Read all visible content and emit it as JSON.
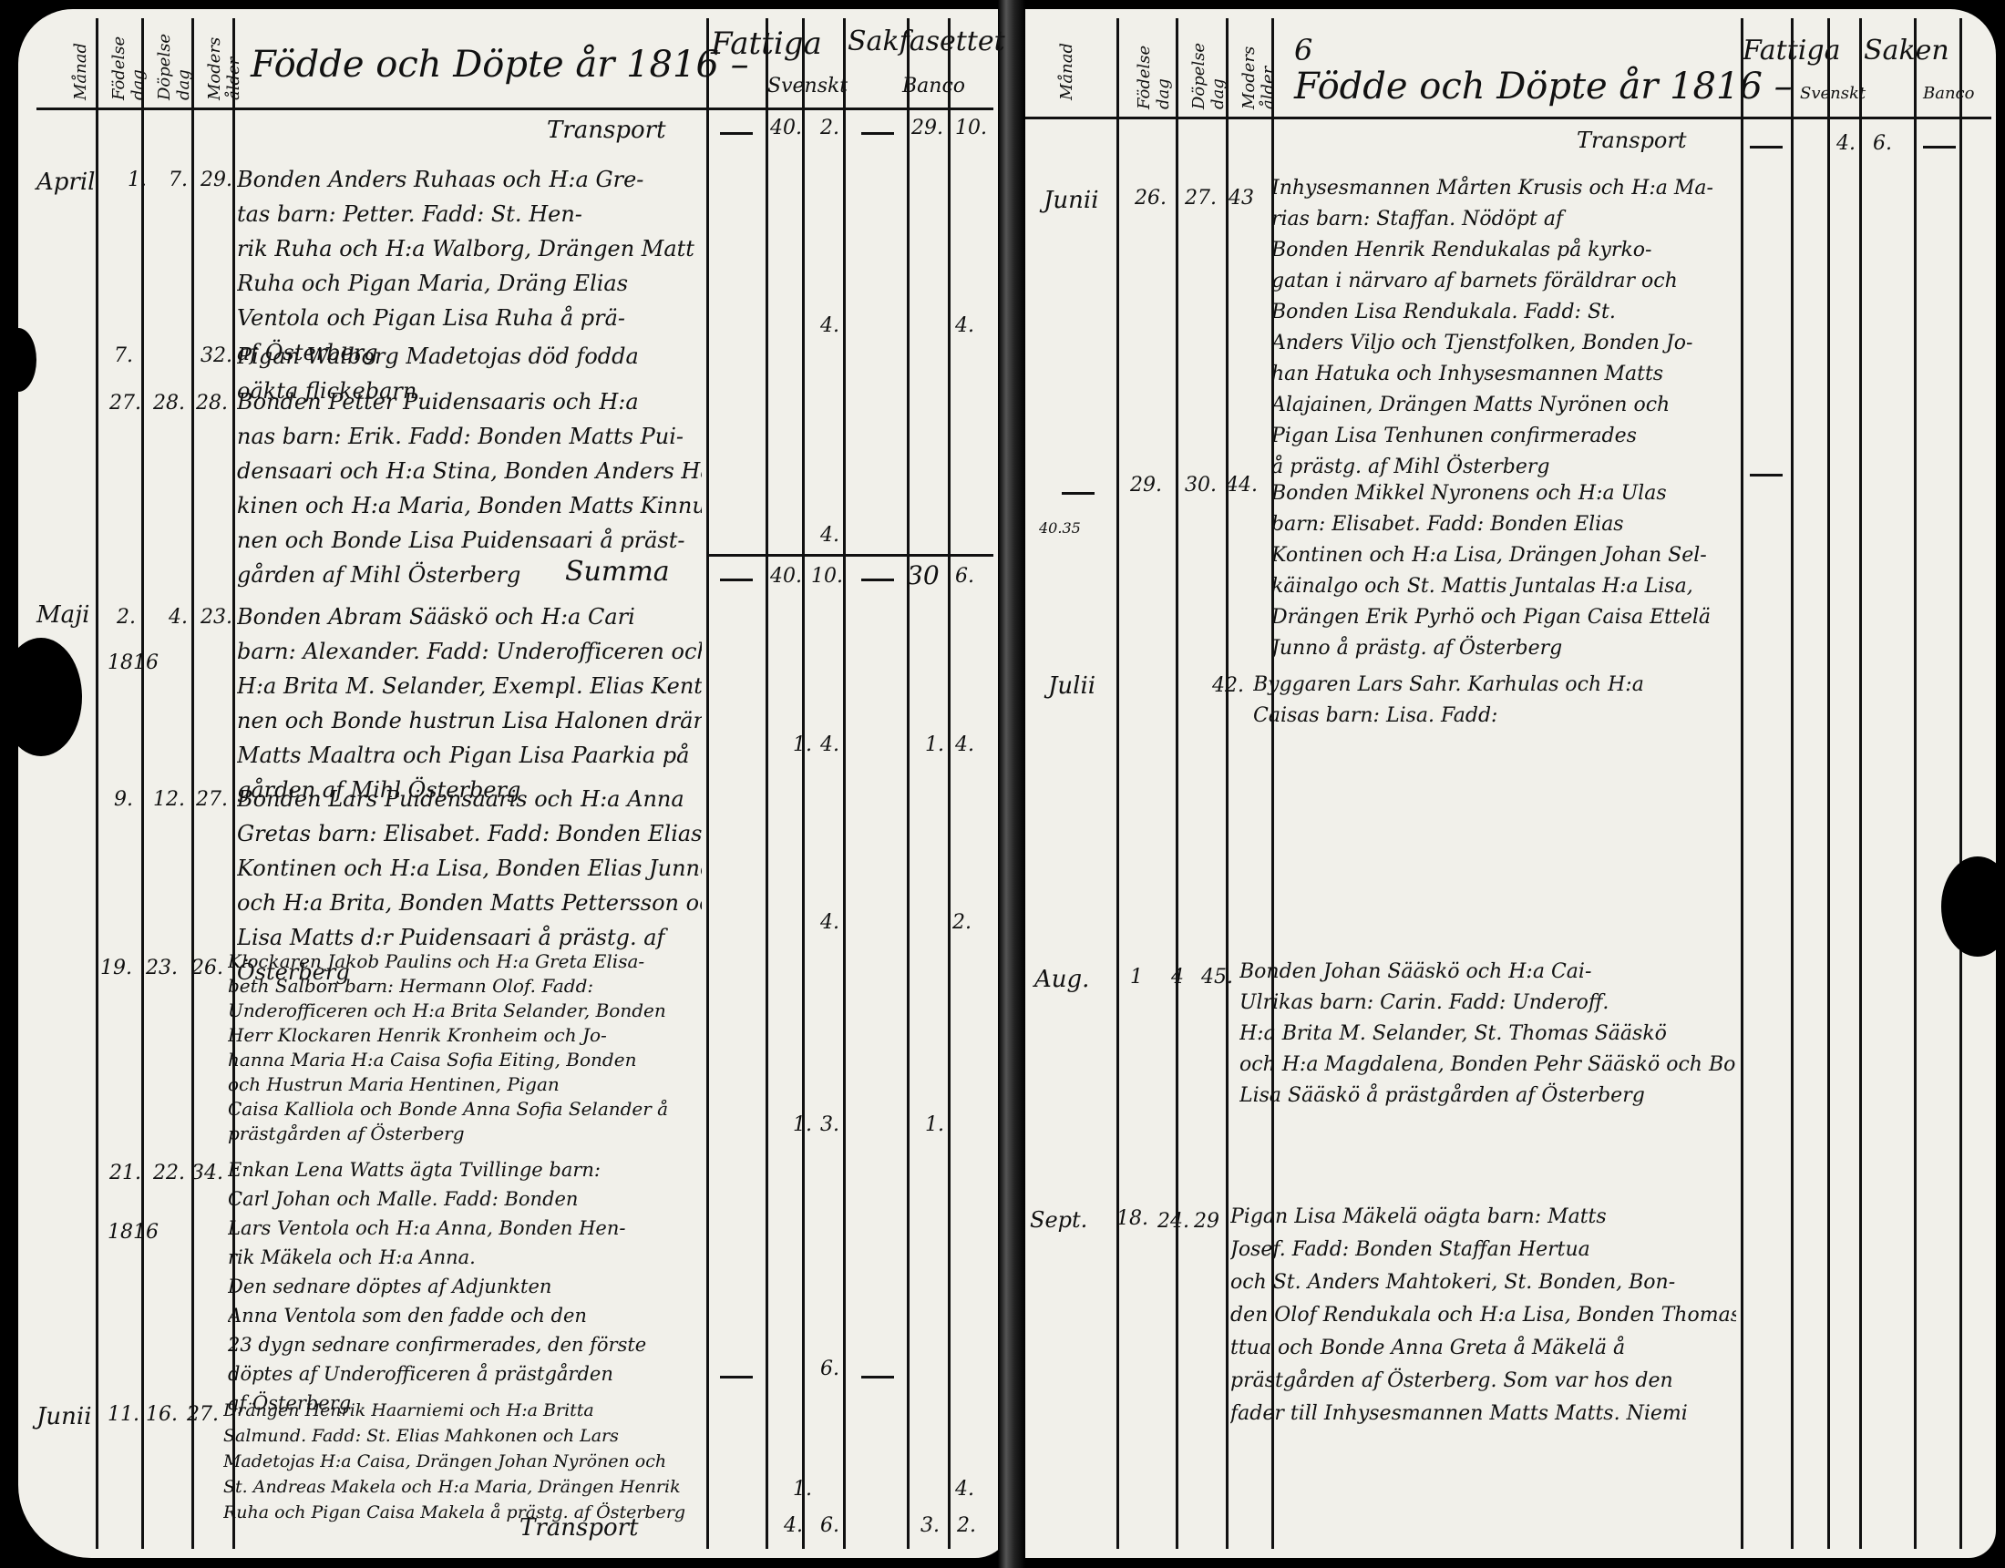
{
  "left_page": {
    "headers": {
      "title": "Födde och Döpte år 1816 –",
      "poor": "Fattiga",
      "fines": "Sakfasettet",
      "sub_a": "Svenskt",
      "sub_b": "Banco"
    },
    "carry_in": "Transport",
    "carry_in_values": [
      "40.",
      "2.",
      "29.",
      "10."
    ],
    "sum_label": "Summa",
    "sum_values": [
      "40.",
      "10.",
      "30",
      "6."
    ],
    "carry_out": "Transport",
    "bottom_values": [
      "4.",
      "6.",
      "3.",
      "2."
    ],
    "margin_months": [
      "April",
      "Maji",
      "Junii"
    ],
    "rows": [
      {
        "born": "1.",
        "baptized": "7.",
        "no": "29.",
        "text": [
          "Bonden Anders Ruhaas och H:a Gre-",
          "tas barn: Petter. Fadd: St. Hen-",
          "rik Ruha och H:a Walborg, Drängen Matt",
          "Ruha och Pigan Maria, Dräng Elias",
          "Ventola och Pigan Lisa Ruha å prä-",
          "af Österberg"
        ],
        "amounts": [
          "4.",
          "4."
        ]
      },
      {
        "born": "7.",
        "baptized": "",
        "no": "32.",
        "text": [
          "Pigan Walborg Madetojas död fodda",
          "oäkta flickebarn"
        ],
        "amounts": []
      },
      {
        "born": "27.",
        "baptized": "28.",
        "no": "28.",
        "text": [
          "Bonden Petter Puidensaaris och H:a",
          "nas barn: Erik. Fadd: Bonden Matts Pui-",
          "densaari och H:a Stina, Bonden Anders Hak-",
          "kinen och H:a Maria, Bonden Matts Kinnu-",
          "nen och Bonde Lisa Puidensaari å präst-",
          "gården af Mihl Österberg"
        ],
        "amounts": [
          "4."
        ]
      },
      {
        "born": "2.",
        "baptized": "4.",
        "no": "23.",
        "text": [
          "Bonden Abram Sääskö och H:a Cari",
          "barn: Alexander. Fadd: Underofficeren och",
          "H:a Brita M. Selander, Exempl. Elias Kenti-",
          "nen och Bonde hustrun Lisa Halonen drängen",
          "Matts Maaltra och Pigan Lisa Paarkia på",
          "gården af Mihl Österberg"
        ],
        "amounts": [
          "1.",
          "4.",
          "1.",
          "4."
        ]
      },
      {
        "born": "9.",
        "baptized": "12.",
        "no": "27.",
        "text": [
          "Bonden Lars Puidensaaris och H:a Anna",
          "Gretas barn: Elisabet. Fadd: Bonden Elias",
          "Kontinen och H:a Lisa, Bonden Elias Junno",
          "och H:a Brita, Bonden Matts Pettersson och",
          "Lisa Matts d:r Puidensaari å prästg. af",
          "Österberg"
        ],
        "amounts": [
          "4.",
          "2."
        ]
      },
      {
        "born": "19.",
        "baptized": "23.",
        "no": "26.",
        "text": [
          "Klockaren Jakob Paulins och H:a Greta Elisa-",
          "beth Salbon barn: Hermann Olof. Fadd:",
          "Underofficeren och H:a Brita Selander, Bonden",
          "Herr Klockaren Henrik Kronheim och Jo-",
          "hanna Maria H:a Caisa Sofia Eiting, Bonden",
          "och Hustrun Maria Hentinen, Pigan",
          "Caisa Kalliola och Bonde Anna Sofia Selander å",
          "prästgården af Österberg"
        ],
        "amounts": [
          "1.",
          "3.",
          "1."
        ]
      },
      {
        "born": "21.",
        "baptized": "22.",
        "no": "34.",
        "text": [
          "Enkan Lena Watts ägta Tvillinge barn:",
          "Carl Johan och Malle. Fadd: Bonden",
          "Lars Ventola och H:a Anna, Bonden Hen-",
          "rik Mäkela och H:a Anna.",
          "Den sednare döptes af Adjunkten",
          "Anna Ventola som den fadde och den",
          "23 dygn sednare confirmerades, den förste",
          "döptes af Underofficeren å prästgården",
          "af Österberg"
        ],
        "amounts": [
          "6."
        ]
      },
      {
        "born": "11.",
        "baptized": "16.",
        "no": "27.",
        "text": [
          "Drängen Henrik Haarniemi och H:a Britta",
          "Salmund. Fadd: St. Elias Mahkonen och Lars",
          "Madetojas H:a Caisa, Drängen Johan Nyrönen och",
          "St. Andreas Makela och H:a Maria, Drängen Henrik",
          "Ruha och Pigan Caisa Makela å prästg. af Österberg"
        ],
        "amounts": [
          "1.",
          "4."
        ]
      }
    ],
    "margin_dates": [
      "1816",
      "1816"
    ]
  },
  "right_page": {
    "page_no": "6",
    "headers": {
      "title": "Födde och Döpte år 1816 –",
      "poor": "Fattiga",
      "fines": "Saken",
      "sub_a": "Svenskt",
      "sub_b": "Banco"
    },
    "carry_in": "Transport",
    "carry_in_values": [
      "4.",
      "6."
    ],
    "rows": [
      {
        "month": "Junii",
        "born": "26.",
        "baptized": "27.",
        "no": "43",
        "text": [
          "Inhysesmannen Mårten Krusis och H:a Ma-",
          "rias barn: Staffan. Nödöpt af",
          "Bonden Henrik Rendukalas på kyrko-",
          "gatan i närvaro af barnets föräldrar och",
          "Bonden Lisa Rendukala. Fadd: St.",
          "Anders Viljo och Tjenstfolken, Bonden Jo-",
          "han Hatuka och Inhysesmannen Matts",
          "Alajainen, Drängen Matts Nyrönen och",
          "Pigan Lisa Tenhunen confirmerades",
          "å prästg. af Mihl Österberg"
        ]
      },
      {
        "month": "",
        "born": "29.",
        "baptized": "30.",
        "no": "44.",
        "text": [
          "Bonden Mikkel Nyronens och H:a Ulas",
          "barn: Elisabet. Fadd: Bonden Elias",
          "Kontinen och H:a Lisa, Drängen Johan Sel-",
          "käinalgo och St. Mattis Juntalas H:a Lisa,",
          "Drängen Erik Pyrhö och Pigan Caisa Ettelä",
          "Junno å prästg. af Österberg"
        ]
      },
      {
        "month": "Julii",
        "born": "",
        "baptized": "",
        "no": "42.",
        "text": [
          "Byggaren Lars Sahr. Karhulas och H:a",
          "Caisas barn: Lisa. Fadd:"
        ]
      },
      {
        "month": "Aug.",
        "born": "1",
        "baptized": "4",
        "no": "45.",
        "text": [
          "Bonden Johan Sääskö och H:a Cai-",
          "Ulrikas barn: Carin. Fadd: Underoff.",
          "H:a Brita M. Selander, St. Thomas Sääskö",
          "och H:a Magdalena, Bonden Pehr Sääskö och Bonden",
          "Lisa Sääskö å prästgården af Österberg"
        ]
      },
      {
        "month": "Sept.",
        "born": "18.",
        "baptized": "24.",
        "no": "29",
        "text": [
          "Pigan Lisa Mäkelä oägta barn: Matts",
          "Josef. Fadd: Bonden Staffan Hertua",
          "och St. Anders Mahtokeri, St. Bonden, Bon-",
          "den Olof Rendukala och H:a Lisa, Bonden Thomas Mä-",
          "ttua och Bonde Anna Greta å Mäkelä å",
          "prästgården af Österberg. Som var hos den",
          "fader till Inhysesmannen Matts Matts. Niemi"
        ]
      }
    ],
    "margin_note": "40.35"
  }
}
